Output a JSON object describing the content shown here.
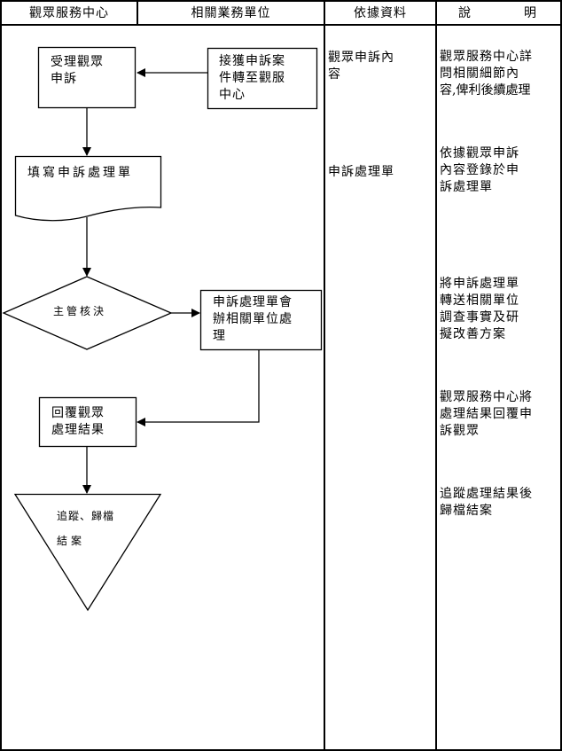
{
  "table": {
    "headers": [
      {
        "label": "觀眾服務中心"
      },
      {
        "label": "相關業務單位"
      },
      {
        "label": "依據資料"
      },
      {
        "label_left": "說",
        "label_right": "明"
      }
    ]
  },
  "flowchart": {
    "steps": [
      {
        "id": "receive-complaint",
        "shape": "process",
        "lane": "觀眾服務中心",
        "text_lines": [
          "受理觀眾",
          "申訴"
        ]
      },
      {
        "id": "forward-case",
        "shape": "process",
        "lane": "相關業務單位",
        "text_lines": [
          "接獲申訴案",
          "件轉至觀服",
          "中心"
        ]
      },
      {
        "id": "fill-form",
        "shape": "document",
        "lane": "觀眾服務中心",
        "text_lines": [
          "填寫申訴處理單"
        ]
      },
      {
        "id": "supervisor-decision",
        "shape": "decision",
        "lane": "觀眾服務中心",
        "text_lines": [
          "主管核決"
        ]
      },
      {
        "id": "co-sign-units",
        "shape": "process",
        "lane": "相關業務單位",
        "text_lines": [
          "申訴處理單會",
          "辦相關單位處",
          "理"
        ]
      },
      {
        "id": "reply-result",
        "shape": "process",
        "lane": "觀眾服務中心",
        "text_lines": [
          "回覆觀眾",
          "處理結果"
        ]
      },
      {
        "id": "track-archive",
        "shape": "terminal-triangle",
        "lane": "觀眾服務中心",
        "text_lines": [
          "追蹤、歸檔",
          "結案"
        ]
      }
    ],
    "connections": [
      {
        "from": "forward-case",
        "to": "receive-complaint"
      },
      {
        "from": "receive-complaint",
        "to": "fill-form"
      },
      {
        "from": "fill-form",
        "to": "supervisor-decision"
      },
      {
        "from": "supervisor-decision",
        "to": "co-sign-units"
      },
      {
        "from": "co-sign-units",
        "to": "reply-result"
      },
      {
        "from": "reply-result",
        "to": "track-archive"
      }
    ]
  },
  "reference_data": [
    {
      "text_lines": [
        "觀眾申訴內",
        "容"
      ]
    },
    {
      "text_lines": [
        "申訴處理單"
      ]
    }
  ],
  "descriptions": [
    {
      "text_lines": [
        "觀眾服務中心詳",
        "問相關細節內",
        "容,俾利後續處理"
      ]
    },
    {
      "text_lines": [
        "依據觀眾申訴",
        "內容登錄於申",
        "訴處理單"
      ]
    },
    {
      "text_lines": [
        "將申訴處理單",
        "轉送相關單位",
        "調查事實及研",
        "擬改善方案"
      ]
    },
    {
      "text_lines": [
        "觀眾服務中心將",
        "處理結果回覆申",
        "訴觀眾"
      ]
    },
    {
      "text_lines": [
        "追蹤處理結果後",
        "歸檔結案"
      ]
    }
  ],
  "colors": {
    "line": "#000000",
    "background": "#ffffff"
  }
}
